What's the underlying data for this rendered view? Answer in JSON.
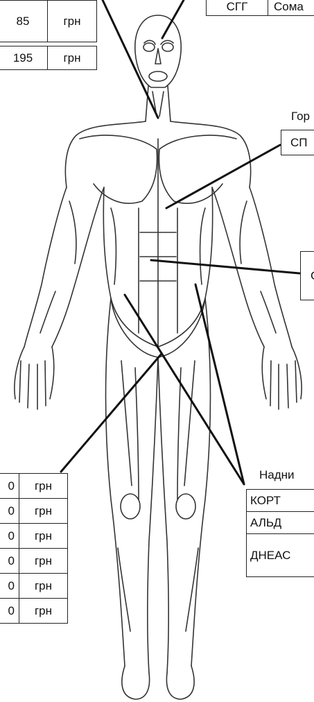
{
  "price_tables": {
    "top_left": [
      {
        "value": "85",
        "unit": "грн"
      },
      {
        "value": "195",
        "unit": "грн"
      }
    ],
    "top_right": {
      "code": "СГГ",
      "name": "Сома"
    },
    "chest": {
      "title": "Гор",
      "code": "СП"
    },
    "abdomen": {
      "title": "",
      "code": "С"
    },
    "bottom_left": [
      {
        "value": "0",
        "unit": "грн"
      },
      {
        "value": "0",
        "unit": "грн"
      },
      {
        "value": "0",
        "unit": "грн"
      },
      {
        "value": "0",
        "unit": "грн"
      },
      {
        "value": "0",
        "unit": "грн"
      },
      {
        "value": "0",
        "unit": "грн"
      }
    ],
    "adrenal": {
      "title": "Надни",
      "rows": [
        "КОРТ",
        "АЛЬД",
        "ДНЕАС"
      ]
    }
  },
  "colors": {
    "line": "#111111",
    "body_outline": "#333333"
  }
}
